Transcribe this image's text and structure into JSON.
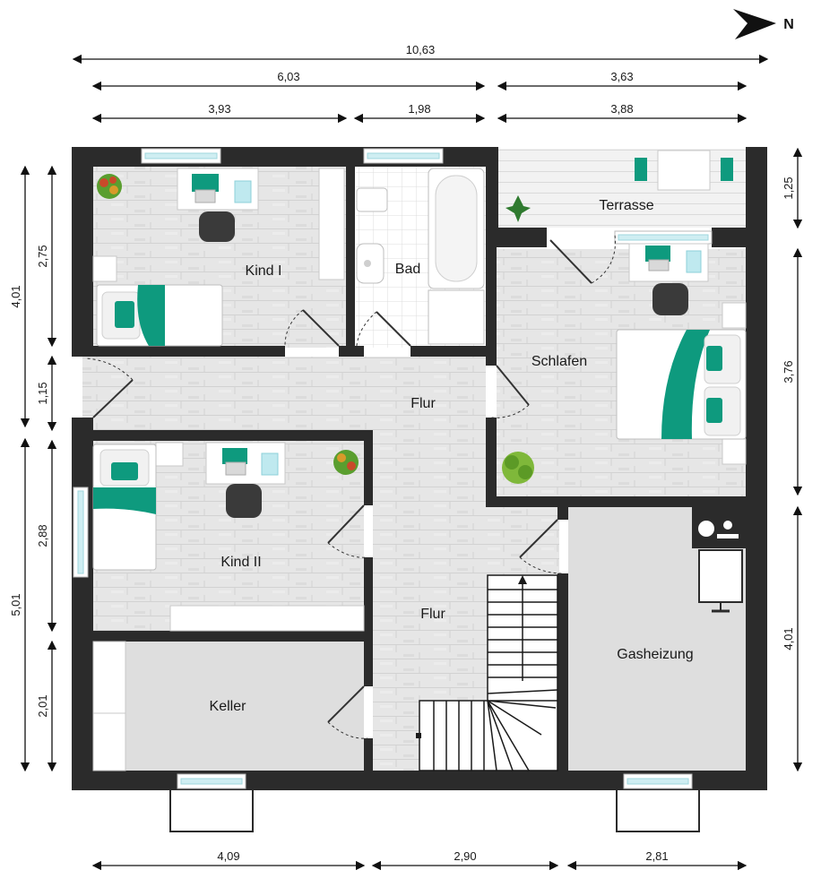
{
  "compass": {
    "label": "N",
    "icon": "north-arrow-icon"
  },
  "rooms": {
    "kind1": "Kind I",
    "bad": "Bad",
    "terrasse": "Terrasse",
    "schlafen": "Schlafen",
    "flur_upper": "Flur",
    "kind2": "Kind II",
    "flur_lower": "Flur",
    "keller": "Keller",
    "gasheizung": "Gasheizung"
  },
  "dimensions": {
    "top_total": "10,63",
    "top_row2": [
      "6,03",
      "3,63"
    ],
    "top_row3": [
      "3,93",
      "1,98",
      "3,88"
    ],
    "left_outer": [
      "4,01",
      "5,01"
    ],
    "left_inner": [
      "2,75",
      "1,15",
      "2,88",
      "2,01"
    ],
    "right": [
      "1,25",
      "3,76",
      "4,01"
    ],
    "bottom": [
      "4,09",
      "2,90",
      "2,81"
    ]
  },
  "colors": {
    "wall": "#2b2b2b",
    "floor_wood": "#e4e4e4",
    "floor_hall": "#dedede",
    "floor_plain": "#dcdcdc",
    "accent_teal": "#0e9a7e",
    "window_glass": "#cfeef2"
  }
}
